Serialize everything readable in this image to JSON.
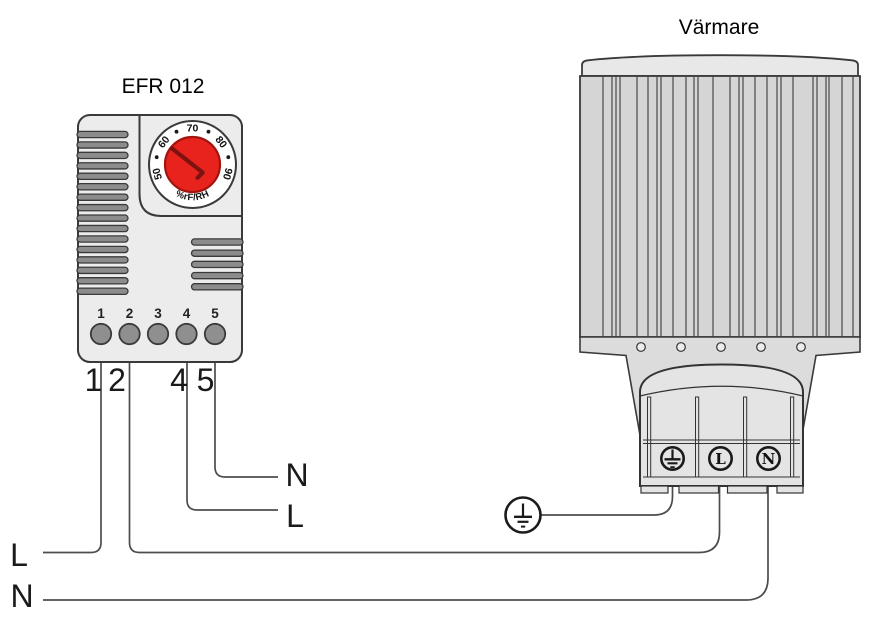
{
  "diagram": {
    "efr": {
      "title": "EFR 012",
      "dial": {
        "scale_labels": [
          "50",
          "60",
          "70",
          "80",
          "90"
        ],
        "unit_label": "%rF/RH"
      },
      "terminal_numbers": [
        "1",
        "2",
        "3",
        "4",
        "5"
      ],
      "wire_numbers": [
        "1",
        "2",
        "4",
        "5"
      ],
      "output_labels": {
        "neutral": "N",
        "live": "L"
      }
    },
    "heater": {
      "title": "Värmare",
      "terminal_live": "L",
      "terminal_neutral": "N"
    },
    "mains": {
      "live": "L",
      "neutral": "N"
    },
    "colors": {
      "knob_red": "#E8231E",
      "device_body": "#ECECEC",
      "heater_body": "#D5D5D5",
      "wire": "#4D4D4D"
    }
  }
}
